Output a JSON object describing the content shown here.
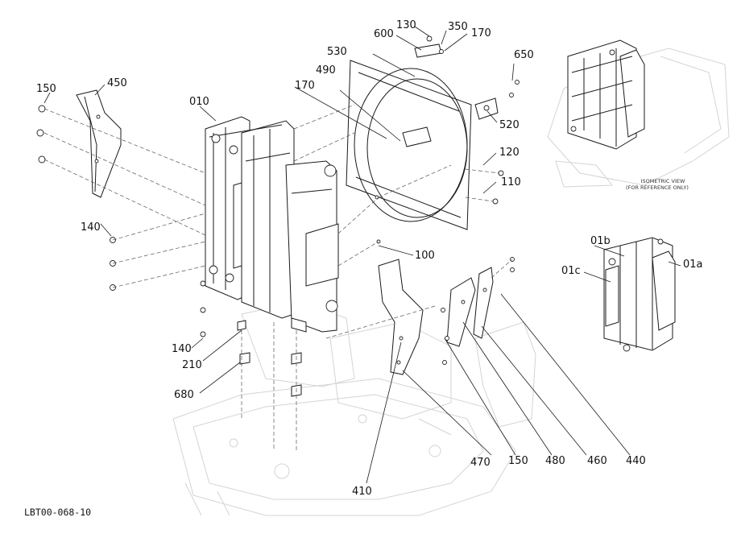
{
  "drawing": {
    "reference": "LBT00-068-10",
    "iso_note_line1": "ISOMETRIC VIEW",
    "iso_note_line2": "(FOR REFERENCE ONLY)"
  },
  "callouts": {
    "c010": "010",
    "c01a": "01a",
    "c01b": "01b",
    "c01c": "01c",
    "c100": "100",
    "c110": "110",
    "c120": "120",
    "c130": "130",
    "c140a": "140",
    "c140b": "140",
    "c150a": "150",
    "c150b": "150",
    "c170a": "170",
    "c170b": "170",
    "c210": "210",
    "c350": "350",
    "c410": "410",
    "c440": "440",
    "c450": "450",
    "c460": "460",
    "c470": "470",
    "c480": "480",
    "c490": "490",
    "c520": "520",
    "c530": "530",
    "c600": "600",
    "c650": "650",
    "c680": "680"
  }
}
